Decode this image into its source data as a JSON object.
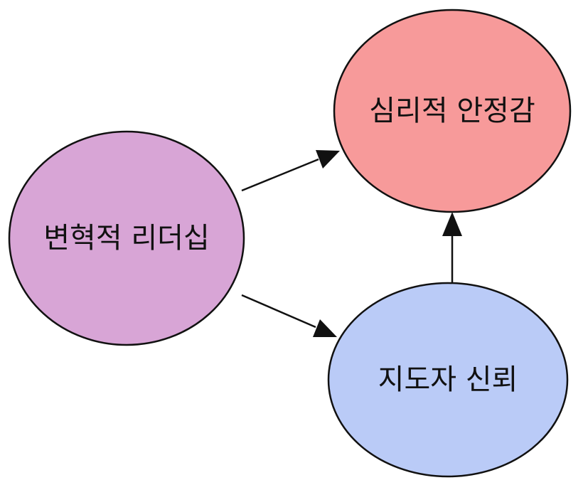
{
  "diagram": {
    "nodes": {
      "psychological_safety": {
        "label": "심리적 안정감",
        "fill": "#F79A9A"
      },
      "transformational_leadership": {
        "label": "변혁적 리더십",
        "fill": "#D8A5D6"
      },
      "leader_trust": {
        "label": "지도자 신뢰",
        "fill": "#BACBF7"
      }
    },
    "edges": [
      {
        "from": "transformational_leadership",
        "to": "psychological_safety"
      },
      {
        "from": "transformational_leadership",
        "to": "leader_trust"
      },
      {
        "from": "leader_trust",
        "to": "psychological_safety"
      }
    ]
  }
}
